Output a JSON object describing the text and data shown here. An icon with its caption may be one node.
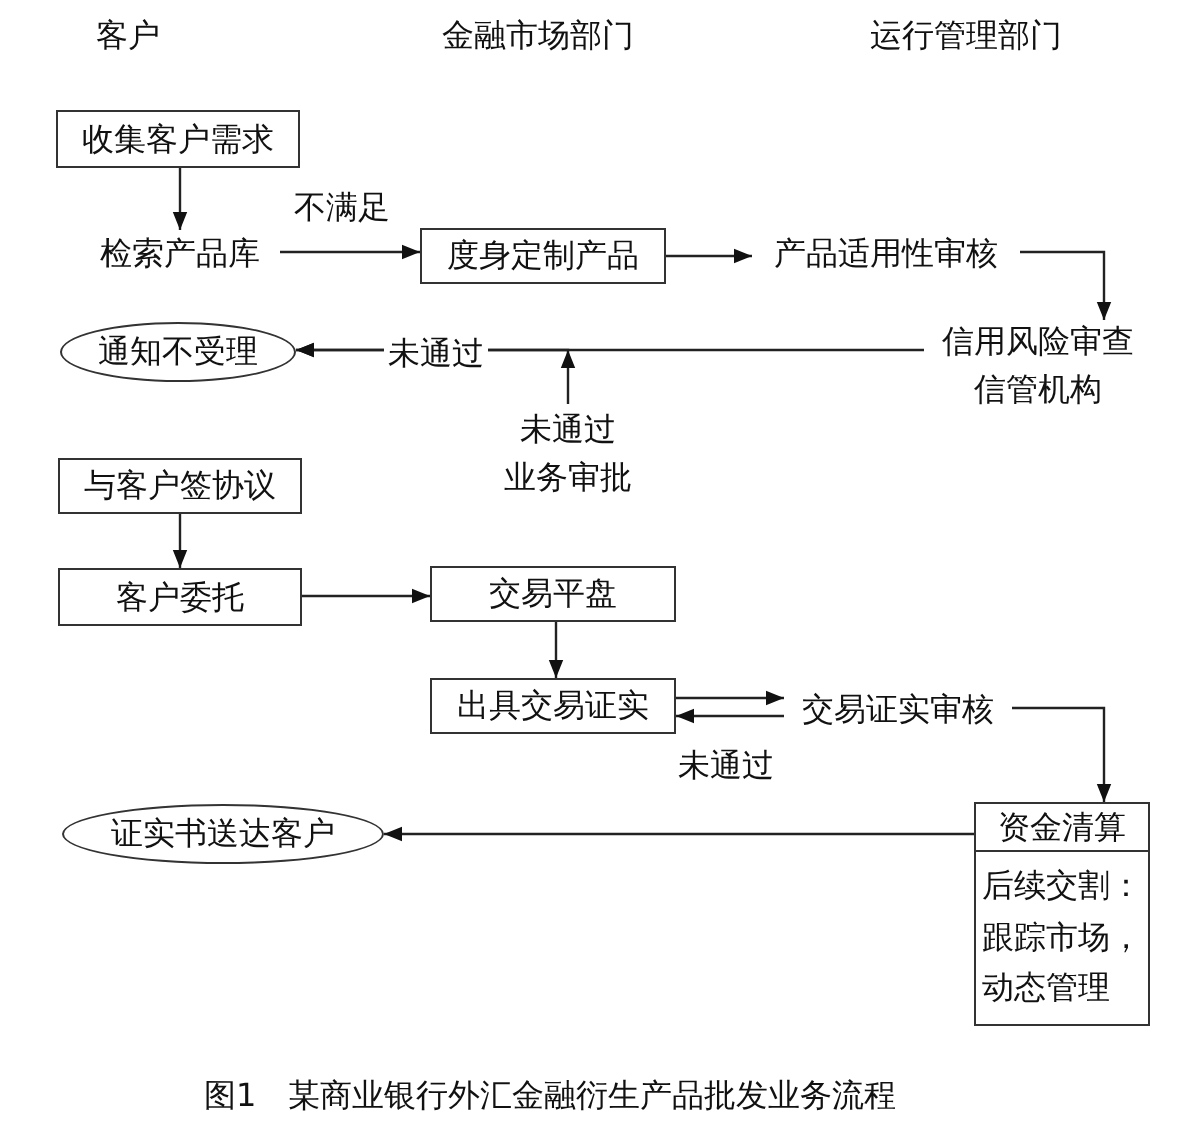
{
  "diagram": {
    "caption": "图1　某商业银行外汇金融衍生产品批发业务流程",
    "nodes": [
      {
        "text": [
          "收集客户需求"
        ]
      },
      {
        "text": [
          "检索产品库"
        ]
      },
      {
        "text": [
          "度身定制产品"
        ]
      },
      {
        "text": [
          "产品适用性审核"
        ]
      },
      {
        "text": [
          "信用风险审查",
          "信管机构"
        ]
      },
      {
        "text": [
          "通知不受理"
        ]
      },
      {
        "text": [
          "未通过",
          "业务审批"
        ]
      },
      {
        "text": [
          "与客户签协议"
        ]
      },
      {
        "text": [
          "客户委托"
        ]
      },
      {
        "text": [
          "交易平盘"
        ]
      },
      {
        "text": [
          "出具交易证实"
        ]
      },
      {
        "text": [
          "交易证实审核"
        ]
      },
      {
        "text": [
          "资金清算",
          "后续交割：跟踪市场，动态管理"
        ]
      },
      {
        "text": [
          "证实书送达客户"
        ]
      }
    ],
    "edges": [
      {
        "from": 0,
        "to": 1,
        "arrow": "to"
      },
      {
        "from": 1,
        "to": 2,
        "arrow": "to",
        "label": "不满足"
      },
      {
        "from": 2,
        "to": 3,
        "arrow": "to"
      },
      {
        "from": 3,
        "to": 4,
        "arrow": "to"
      },
      {
        "from": 4,
        "to": 5,
        "arrow": "to",
        "label": "未通过"
      },
      {
        "from": 6,
        "to": 5,
        "arrow": "to"
      },
      {
        "from": 7,
        "to": 8,
        "arrow": "to"
      },
      {
        "from": 8,
        "to": 9,
        "arrow": "to"
      },
      {
        "from": 9,
        "to": 10,
        "arrow": "to"
      },
      {
        "from": 10,
        "to": 11,
        "arrow": "to"
      },
      {
        "from": 11,
        "to": 10,
        "arrow": "to",
        "label": "未通过"
      },
      {
        "from": 11,
        "to": 12,
        "arrow": "to"
      },
      {
        "from": 12,
        "to": 13,
        "arrow": "to"
      }
    ],
    "labels": [
      "客户",
      "金融市场部门",
      "运行管理部门"
    ]
  }
}
